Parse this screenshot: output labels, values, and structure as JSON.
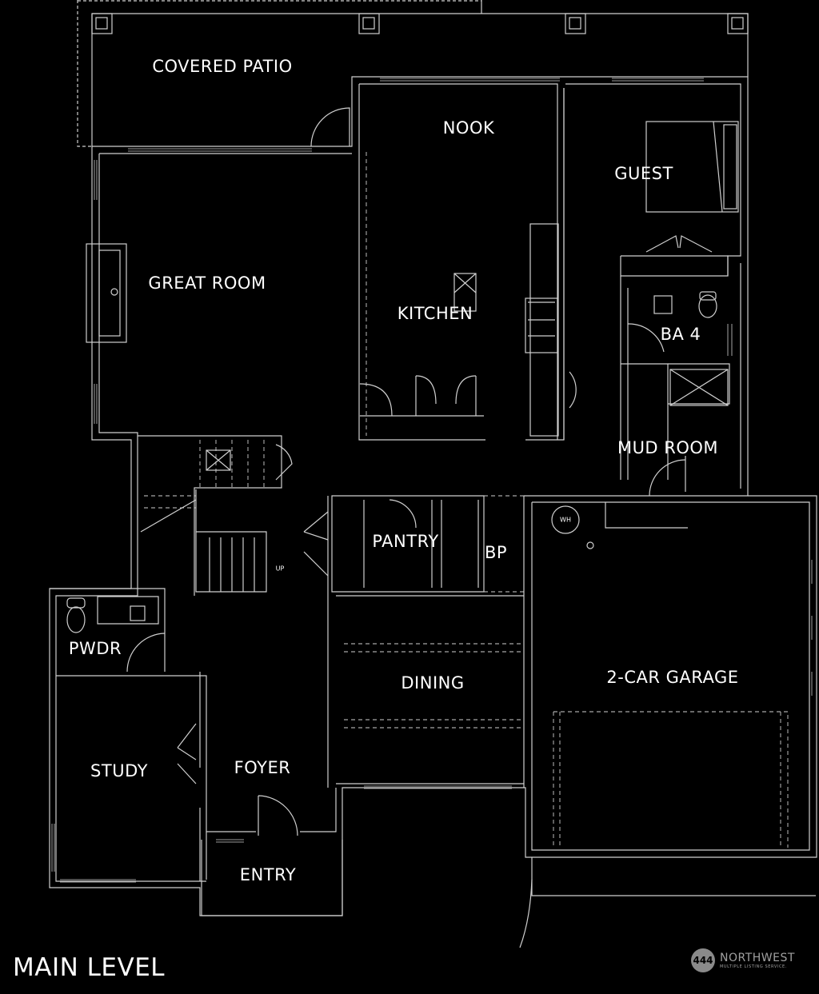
{
  "plan": {
    "title": "MAIN LEVEL",
    "colors": {
      "background": "#000000",
      "lines": "#cfcfcf",
      "text": "#ffffff"
    },
    "rooms": [
      {
        "id": "covered-patio",
        "label": "COVERED PATIO"
      },
      {
        "id": "nook",
        "label": "NOOK"
      },
      {
        "id": "guest",
        "label": "GUEST"
      },
      {
        "id": "great-room",
        "label": "GREAT ROOM"
      },
      {
        "id": "kitchen",
        "label": "KITCHEN"
      },
      {
        "id": "ba4",
        "label": "BA 4"
      },
      {
        "id": "mud-room",
        "label": "MUD ROOM"
      },
      {
        "id": "pantry",
        "label": "PANTRY"
      },
      {
        "id": "bp",
        "label": "BP"
      },
      {
        "id": "pwdr",
        "label": "PWDR"
      },
      {
        "id": "dining",
        "label": "DINING"
      },
      {
        "id": "garage",
        "label": "2-CAR GARAGE"
      },
      {
        "id": "study",
        "label": "STUDY"
      },
      {
        "id": "foyer",
        "label": "FOYER"
      },
      {
        "id": "entry",
        "label": "ENTRY"
      }
    ],
    "annotations": {
      "stairs": "UP",
      "water_heater": "WH"
    }
  },
  "brand": {
    "logo_glyph": "444",
    "name": "NORTHWEST",
    "subtitle": "MULTIPLE LISTING SERVICE."
  }
}
